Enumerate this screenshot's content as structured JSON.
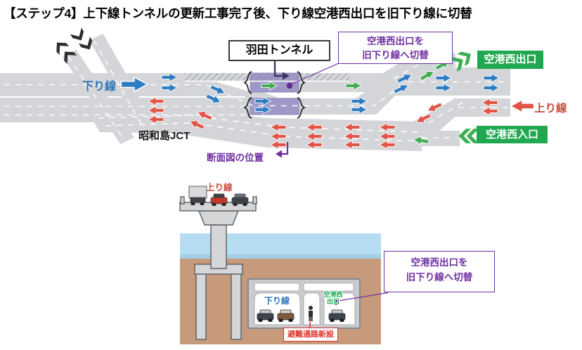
{
  "title": "【ステップ4】上下線トンネルの更新工事完了後、下り線空港西出口を旧下り線に切替",
  "plan": {
    "tunnel_box": "羽田トンネル",
    "switch_note": {
      "line1": "空港西出口を",
      "line2": "旧下り線へ切替"
    },
    "exit_badge": "空港西出口",
    "entrance_badge": "空港西入口",
    "down_line": "下り線",
    "up_line": "上り線",
    "junction": "昭和島JCT",
    "section_position": "断面図の位置"
  },
  "section": {
    "up_line": "上り線",
    "down_line": "下り線",
    "exit_cell": {
      "line1": "空港西",
      "line2": "出口"
    },
    "switch_note": {
      "line1": "空港西出口を",
      "line2": "旧下り線へ切替"
    },
    "evacuation": "避難通路新設"
  },
  "colors": {
    "road_gray": "#d3d5d9",
    "tunnel_purple": "#9f99c8",
    "accent_purple": "#7030a0",
    "badge_green": "#1fa84f",
    "arrow_blue": "#2e7dc2",
    "arrow_red": "#e15549",
    "arrow_green": "#44ad52",
    "text_blue": "#2e75b6",
    "text_red": "#cb4a3d",
    "water_blue": "#b5dcf1",
    "ground_brown": "#c79a7b"
  }
}
